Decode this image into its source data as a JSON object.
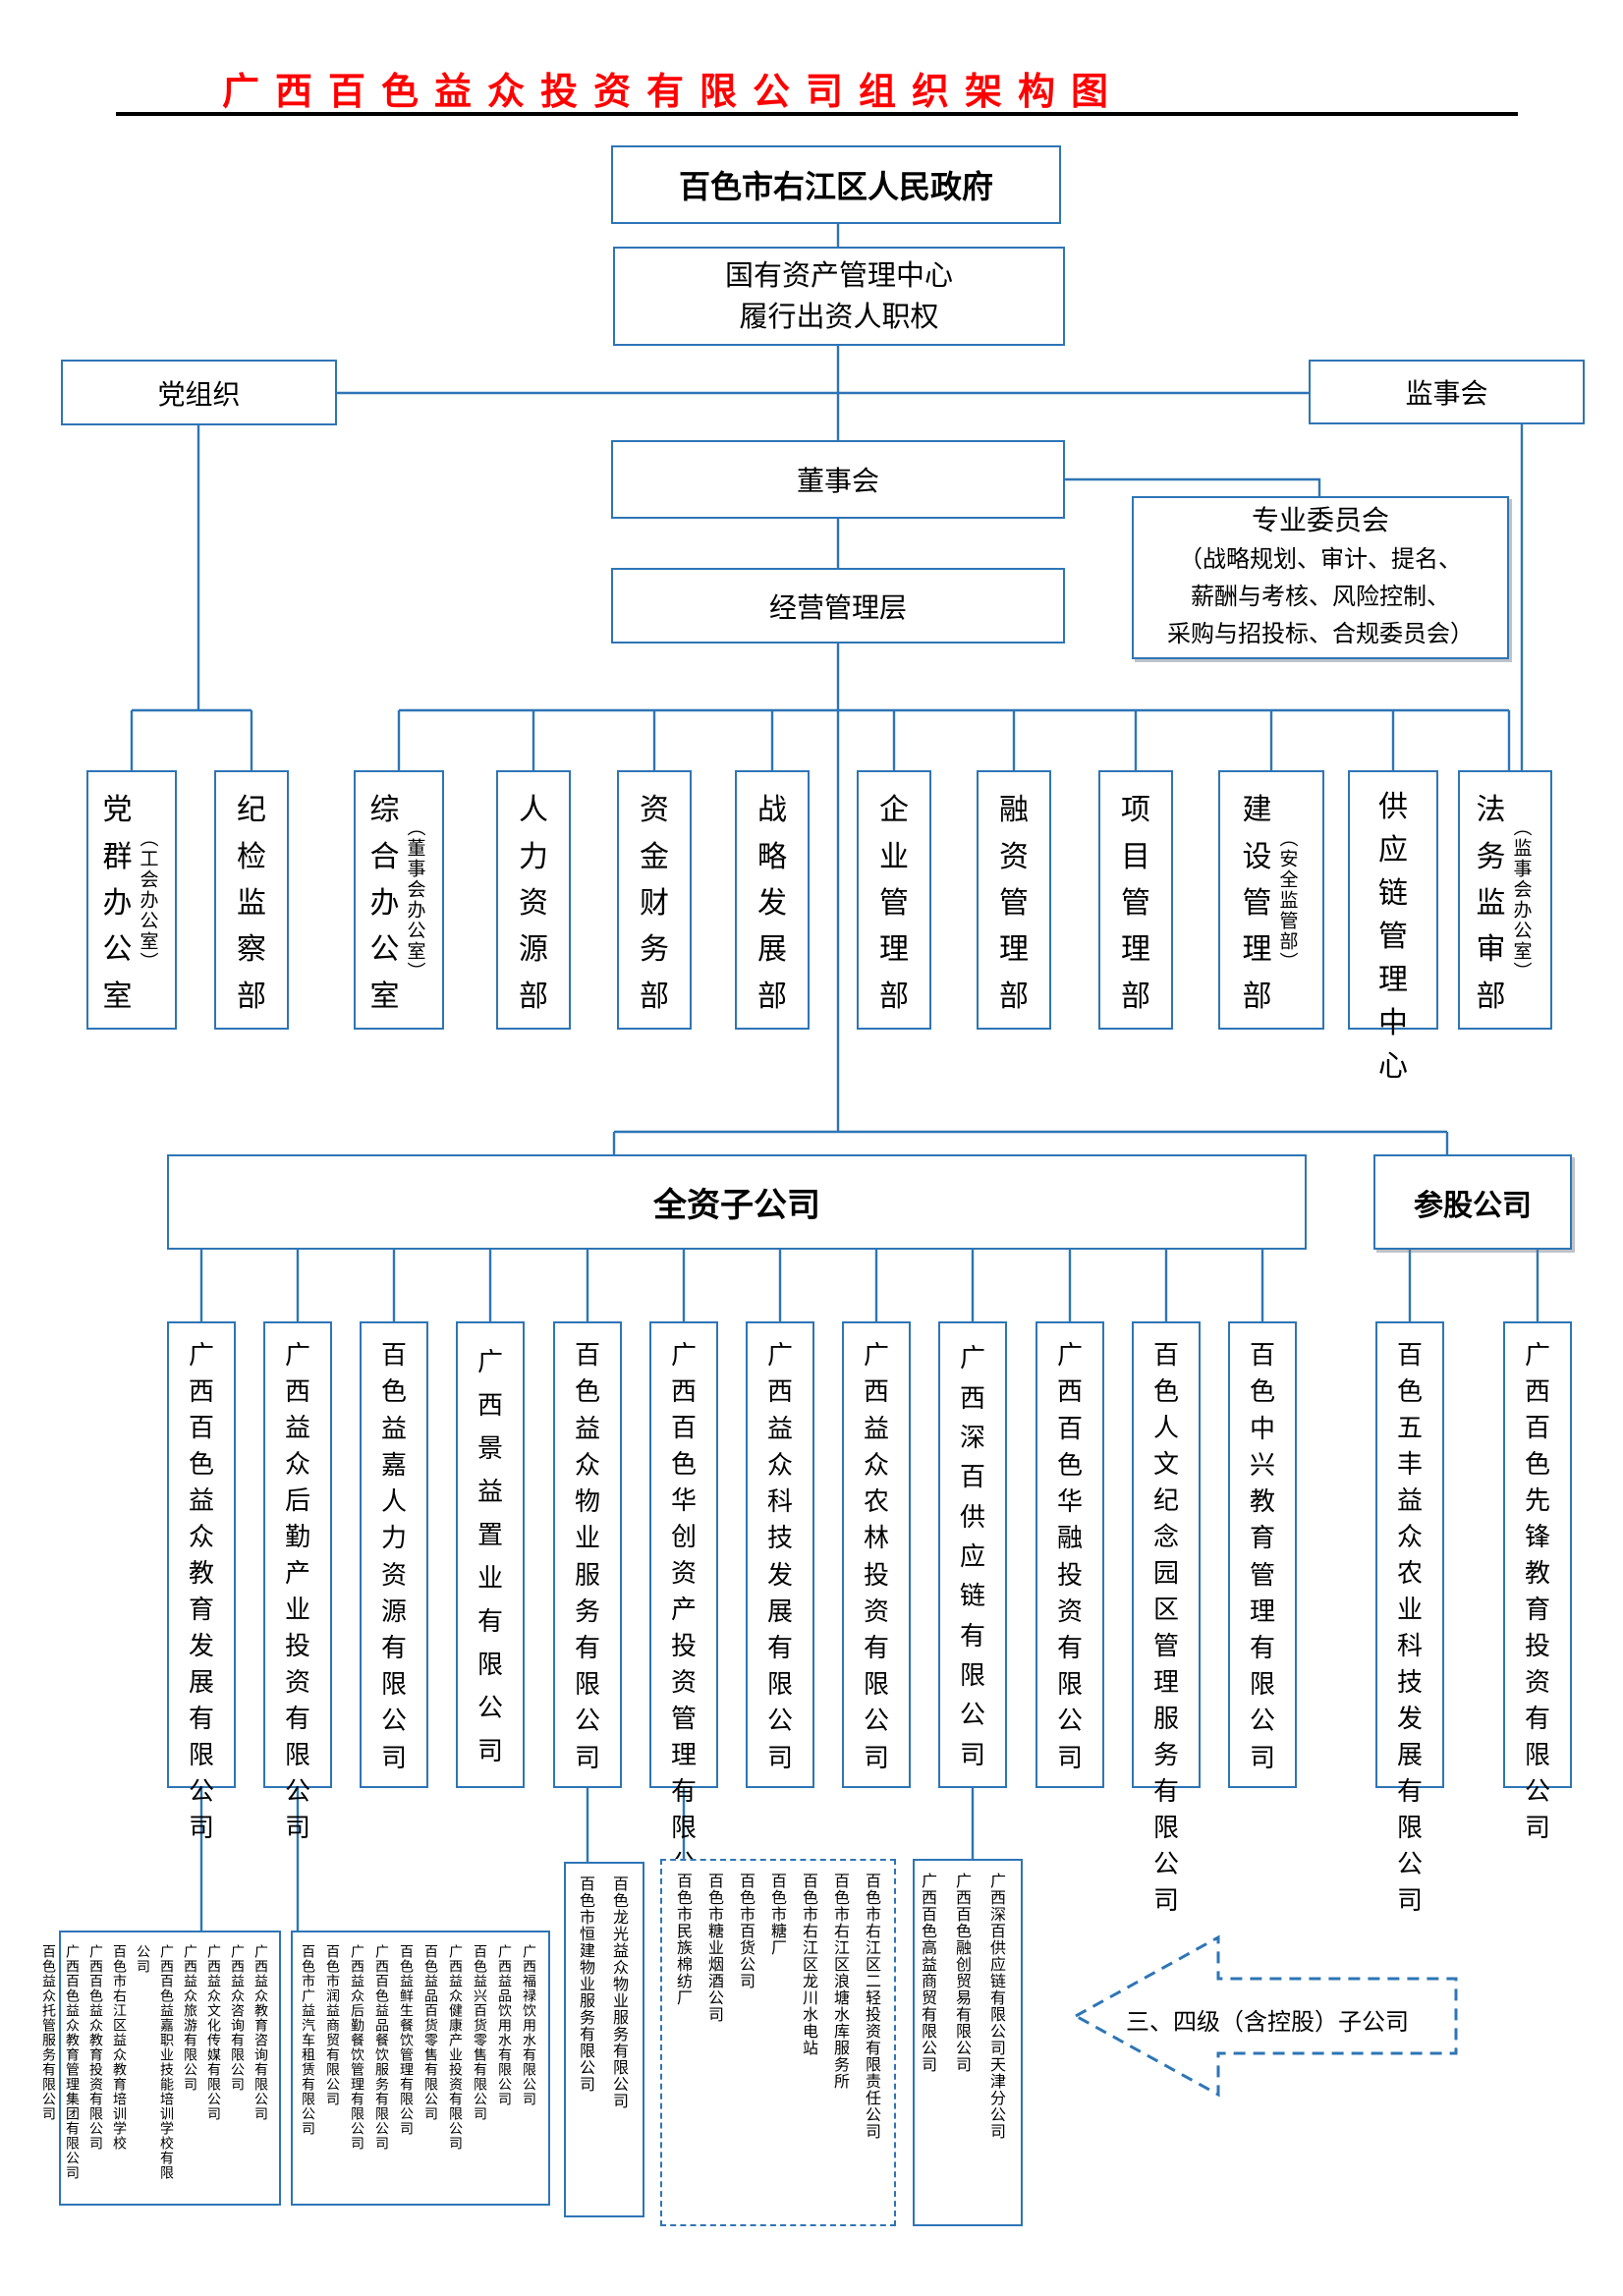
{
  "title": "广西百色益众投资有限公司组织架构图",
  "colors": {
    "accent_blue": "#2E75B6",
    "title_red": "#FF0000",
    "text_black": "#000000"
  },
  "top": {
    "government": "百色市右江区人民政府",
    "asset_center_line1": "国有资产管理中心",
    "asset_center_line2": "履行出资人职权"
  },
  "governance": {
    "party": "党组织",
    "supervisory": "监事会",
    "board": "董事会",
    "management": "经营管理层",
    "committee_title": "专业委员会",
    "committee_lines": [
      "（战略规划、审计、提名、",
      "薪酬与考核、风险控制、",
      "采购与招投标、合规委员会）"
    ]
  },
  "departments": [
    {
      "main": "党群办公室",
      "paren": "（工会办公室）"
    },
    {
      "main": "纪检监察部"
    },
    {
      "main": "综合办公室",
      "paren": "（董事会办公室）"
    },
    {
      "main": "人力资源部"
    },
    {
      "main": "资金财务部"
    },
    {
      "main": "战略发展部"
    },
    {
      "main": "企业管理部"
    },
    {
      "main": "融资管理部"
    },
    {
      "main": "项目管理部"
    },
    {
      "main": "建设管理部",
      "paren": "（安全监管部）"
    },
    {
      "main": "供应链管理中心"
    },
    {
      "main": "法务监审部",
      "paren": "（监事会办公室）"
    }
  ],
  "subsidiary_headers": {
    "wholly_owned": "全资子公司",
    "equity_participation": "参股公司"
  },
  "subsidiaries": [
    "广西百色益众教育发展有限公司",
    "广西益众后勤产业投资有限公司",
    "百色益嘉人力资源有限公司",
    "广西景益置业有限公司",
    "百色益众物业服务有限公司",
    "广西百色华创资产投资管理有限公司",
    "广西益众科技发展有限公司",
    "广西益众农林投资有限公司",
    "广西深百供应链有限公司",
    "广西百色华融投资有限公司",
    "百色人文纪念园区管理服务有限公司",
    "百色中兴教育管理有限公司"
  ],
  "equity_subsidiaries": [
    "百色五丰益众农业科技发展有限公司",
    "广西百色先锋教育投资有限公司"
  ],
  "bottom_groups": [
    {
      "companies": [
        "广西益众教育咨询有限公司",
        "广西益众咨询有限公司",
        "广西益众文化传媒有限公司",
        "广西益众旅游有限公司",
        "广西百色益嘉职业技能培训学校有限公司",
        "百色市右江区益众教育培训学校",
        "广西百色益众教育投资有限公司",
        "广西百色益众教育管理集团有限公司",
        "百色益众托管服务有限公司"
      ]
    },
    {
      "companies": [
        "广西福禄饮用水有限公司",
        "广西益品饮用水有限公司",
        "百色益兴百货零售有限公司",
        "广西益众健康产业投资有限公司",
        "百色益品百货零售有限公司",
        "百色益鲜生餐饮管理有限公司",
        "广西百色益品餐饮服务有限公司",
        "广西益众后勤餐饮管理有限公司",
        "百色市润益商贸有限公司",
        "百色市广益汽车租赁有限公司"
      ]
    },
    {
      "companies": [
        "百色龙光益众物业服务有限公司",
        "百色市恒建物业服务有限公司"
      ]
    },
    {
      "companies": [
        "百色市右江区二轻投资有限责任公司",
        "百色市右江区浪塘水库服务所",
        "百色市右江区龙川水电站",
        "百色市糖厂",
        "百色市百货公司",
        "百色市糖业烟酒公司",
        "百色市民族棉纺厂"
      ]
    },
    {
      "companies": [
        "广西深百供应链有限公司天津分公司",
        "广西百色融创贸易有限公司",
        "广西百色高益商贸有限公司"
      ]
    }
  ],
  "arrow_label": "三、四级（含控股）子公司"
}
